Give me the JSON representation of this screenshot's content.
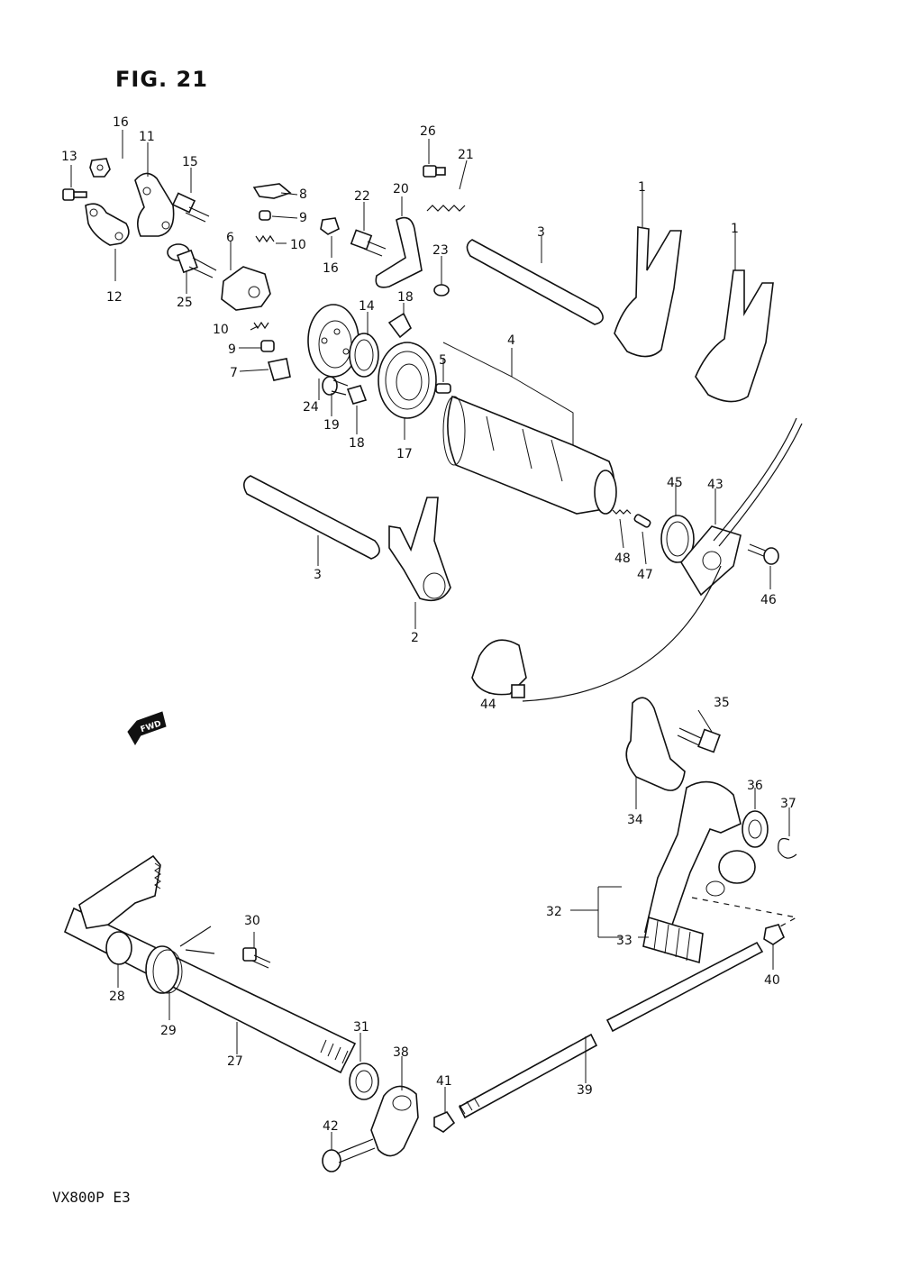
{
  "figure": {
    "title": "FIG. 21",
    "model_code": "VX800P  E3",
    "direction_badge": "FWD"
  },
  "callouts": [
    "1",
    "1",
    "2",
    "3",
    "3",
    "4",
    "5",
    "6",
    "7",
    "8",
    "9",
    "9",
    "10",
    "10",
    "11",
    "12",
    "13",
    "14",
    "15",
    "16",
    "16",
    "17",
    "18",
    "18",
    "19",
    "20",
    "21",
    "22",
    "23",
    "24",
    "25",
    "26",
    "27",
    "28",
    "29",
    "30",
    "31",
    "32",
    "33",
    "34",
    "35",
    "36",
    "37",
    "38",
    "39",
    "40",
    "41",
    "42",
    "43",
    "44",
    "45",
    "46",
    "47",
    "48"
  ],
  "icons": [
    "fwd-arrow-icon"
  ]
}
